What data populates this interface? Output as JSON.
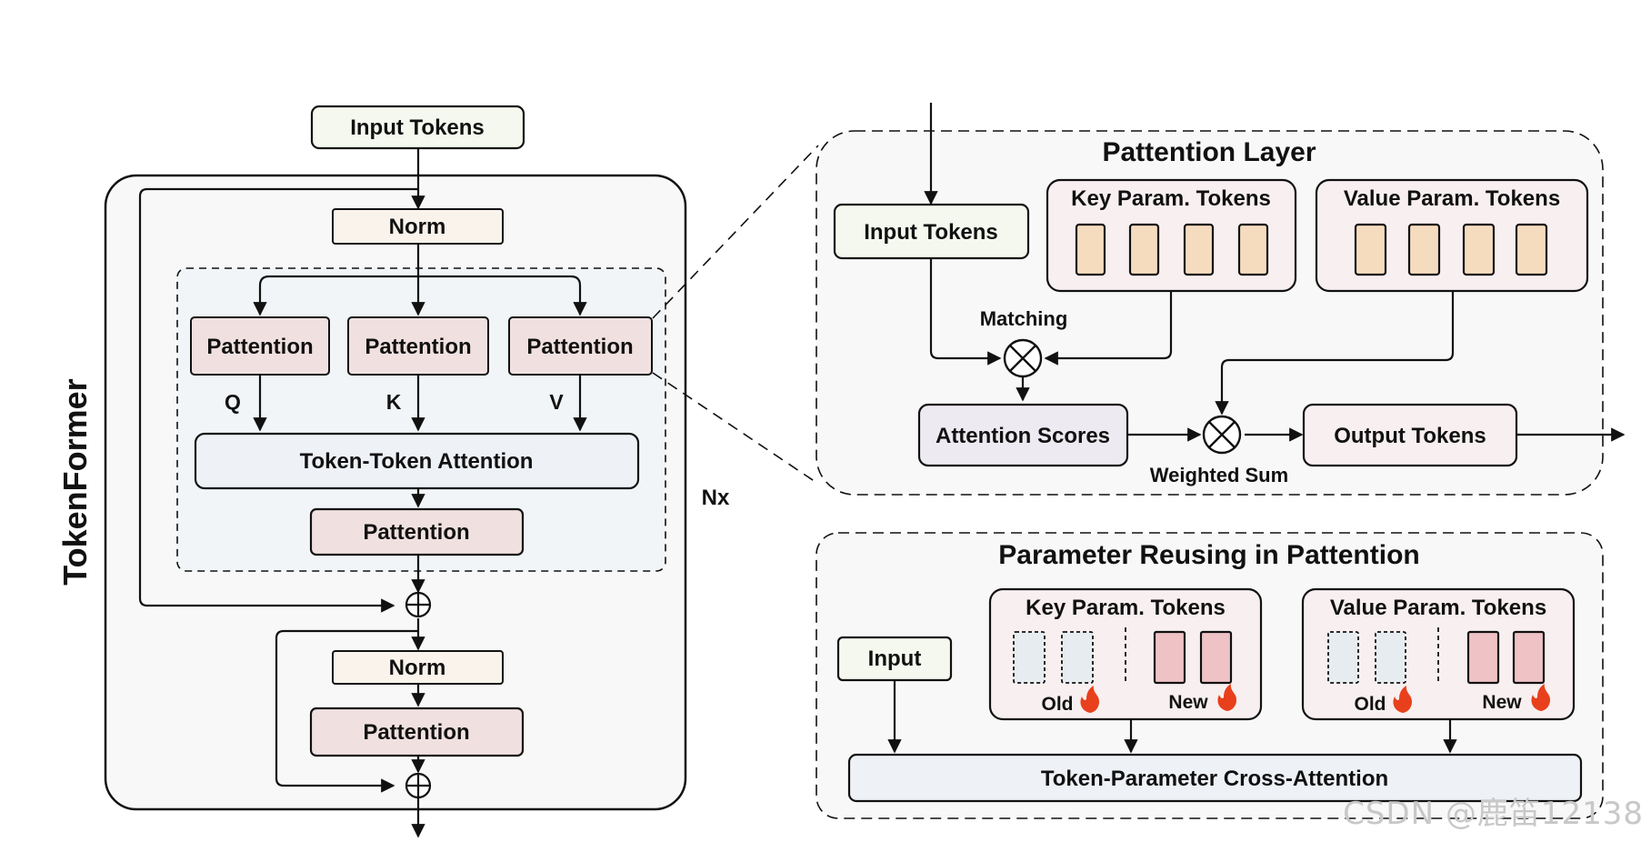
{
  "left": {
    "side_title": "TokenFormer",
    "input_tokens": "Input Tokens",
    "norm_1": "Norm",
    "pattention_q": "Pattention",
    "pattention_k": "Pattention",
    "pattention_v": "Pattention",
    "label_q": "Q",
    "label_k": "K",
    "label_v": "V",
    "token_token_attention": "Token-Token Attention",
    "pattention_out": "Pattention",
    "repeat_label": "Nx",
    "norm_2": "Norm",
    "pattention_ffn": "Pattention",
    "add_symbol": "+"
  },
  "pattention_layer": {
    "title": "Pattention Layer",
    "input_tokens": "Input Tokens",
    "key_param_tokens": "Key Param. Tokens",
    "value_param_tokens": "Value Param. Tokens",
    "matching": "Matching",
    "attention_scores": "Attention Scores",
    "weighted_sum": "Weighted Sum",
    "output_tokens": "Output Tokens"
  },
  "reusing": {
    "title": "Parameter Reusing in Pattention",
    "input": "Input",
    "key_param_tokens": "Key Param. Tokens",
    "value_param_tokens": "Value Param. Tokens",
    "old": "Old",
    "new": "New",
    "cross_attention": "Token-Parameter Cross-Attention"
  },
  "watermark": "CSDN @鹿笛12138",
  "colors": {
    "input_fill": "#f4f8ee",
    "norm_fill": "#faf3ec",
    "pattention_fill": "#f0e1e0",
    "attention_fill": "#eef1f6",
    "param_token_fill": "#f6dcbf",
    "new_token_fill": "#efc3c5",
    "old_token_fill": "#e6ecef",
    "panel_fill": "#f8f8f8",
    "fire": "#e8401c"
  },
  "icons": [
    "circle-times-icon",
    "circle-plus-icon",
    "fire-icon"
  ]
}
